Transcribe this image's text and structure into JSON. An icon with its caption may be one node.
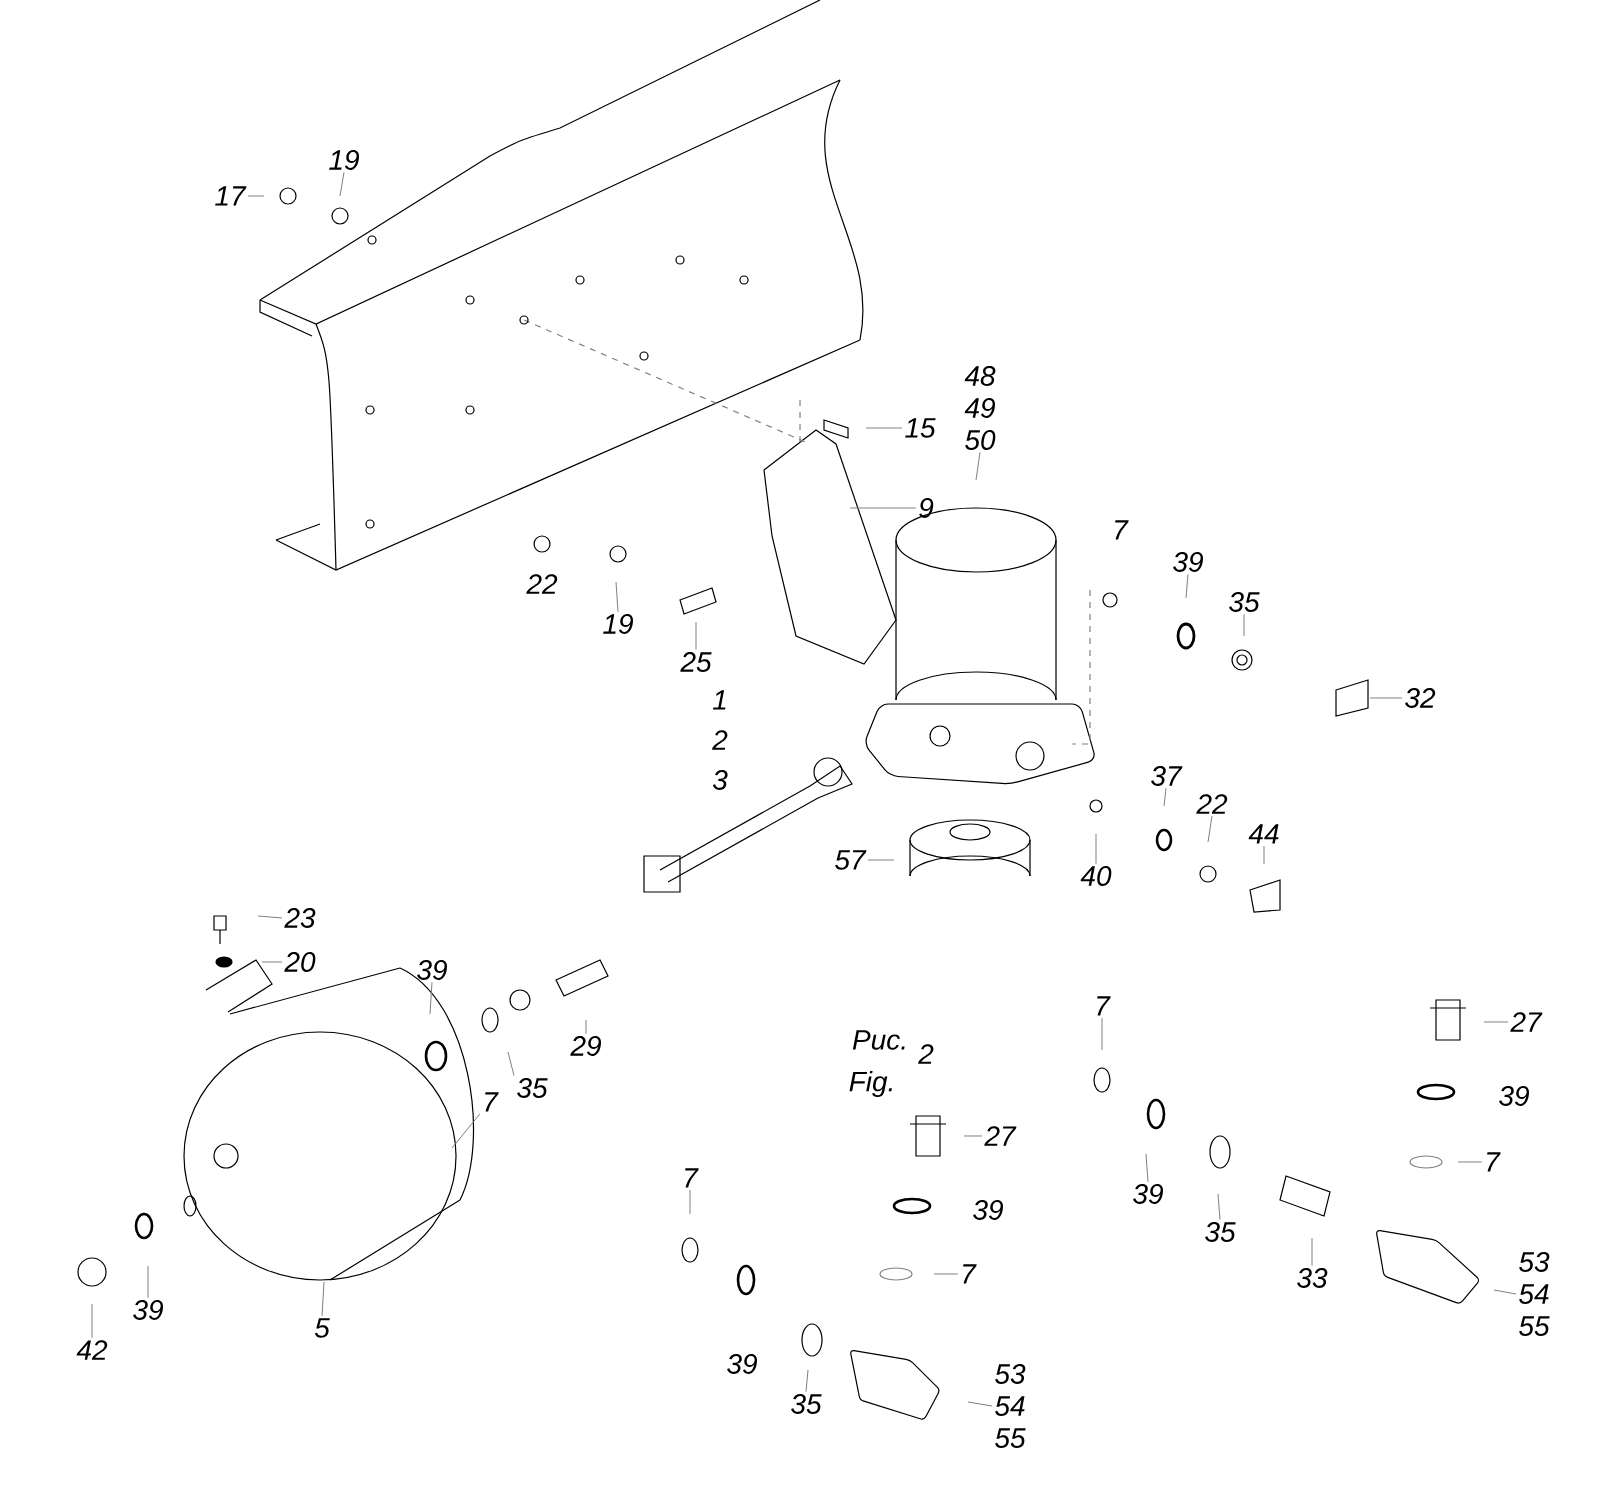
{
  "diagram": {
    "nodes": [
      {
        "text": [
          "17"
        ]
      },
      {
        "text": [
          "19"
        ]
      },
      {
        "text": [
          "15"
        ]
      },
      {
        "text": [
          "9"
        ]
      },
      {
        "text": [
          "48",
          "49",
          "50"
        ]
      },
      {
        "text": [
          "39"
        ]
      },
      {
        "text": [
          "35"
        ]
      },
      {
        "text": [
          "32"
        ]
      },
      {
        "text": [
          "57"
        ]
      },
      {
        "text": [
          "40"
        ]
      },
      {
        "text": [
          "37"
        ]
      },
      {
        "text": [
          "22"
        ]
      },
      {
        "text": [
          "44"
        ]
      },
      {
        "text": [
          "23"
        ]
      },
      {
        "text": [
          "20"
        ]
      },
      {
        "text": [
          "39"
        ]
      },
      {
        "text": [
          "29"
        ]
      },
      {
        "text": [
          "35"
        ]
      },
      {
        "text": [
          "5"
        ]
      },
      {
        "text": [
          "42"
        ]
      },
      {
        "text": [
          "39"
        ]
      },
      {
        "text": [
          "7"
        ]
      },
      {
        "text": [
          "19"
        ]
      },
      {
        "text": [
          "25"
        ]
      },
      {
        "text": [
          "7"
        ]
      },
      {
        "text": [
          "27"
        ]
      },
      {
        "text": [
          "7"
        ]
      },
      {
        "text": [
          "7"
        ]
      },
      {
        "text": [
          "39"
        ]
      },
      {
        "text": [
          "35"
        ]
      },
      {
        "text": [
          "33"
        ]
      },
      {
        "text": [
          "27"
        ]
      },
      {
        "text": [
          "7"
        ]
      },
      {
        "text": [
          "53",
          "54",
          "55"
        ]
      },
      {
        "text": [
          "53",
          "54",
          "55"
        ]
      },
      {
        "text": [
          "35"
        ]
      }
    ],
    "edges": [
      {
        "from": 0,
        "to": null,
        "arrow": "none"
      },
      {
        "from": 1,
        "to": null,
        "arrow": "none"
      },
      {
        "from": 2,
        "to": null,
        "arrow": "none"
      },
      {
        "from": 3,
        "to": null,
        "arrow": "none"
      },
      {
        "from": 4,
        "to": null,
        "arrow": "none"
      },
      {
        "from": 5,
        "to": null,
        "arrow": "none"
      },
      {
        "from": 6,
        "to": null,
        "arrow": "none"
      },
      {
        "from": 7,
        "to": null,
        "arrow": "none"
      },
      {
        "from": 8,
        "to": null,
        "arrow": "none"
      },
      {
        "from": 9,
        "to": null,
        "arrow": "none"
      },
      {
        "from": 10,
        "to": null,
        "arrow": "none"
      },
      {
        "from": 11,
        "to": null,
        "arrow": "none"
      },
      {
        "from": 12,
        "to": null,
        "arrow": "none"
      },
      {
        "from": 13,
        "to": null,
        "arrow": "none"
      },
      {
        "from": 14,
        "to": null,
        "arrow": "none"
      },
      {
        "from": 15,
        "to": null,
        "arrow": "none"
      },
      {
        "from": 16,
        "to": null,
        "arrow": "none"
      },
      {
        "from": 17,
        "to": null,
        "arrow": "none"
      },
      {
        "from": 18,
        "to": null,
        "arrow": "none"
      },
      {
        "from": 19,
        "to": null,
        "arrow": "none"
      },
      {
        "from": 20,
        "to": null,
        "arrow": "none"
      },
      {
        "from": 21,
        "to": null,
        "arrow": "none"
      },
      {
        "from": 22,
        "to": null,
        "arrow": "none"
      },
      {
        "from": 23,
        "to": null,
        "arrow": "none"
      },
      {
        "from": 24,
        "to": null,
        "arrow": "none"
      },
      {
        "from": 25,
        "to": null,
        "arrow": "none"
      },
      {
        "from": 26,
        "to": null,
        "arrow": "none"
      },
      {
        "from": 27,
        "to": null,
        "arrow": "none"
      },
      {
        "from": 28,
        "to": null,
        "arrow": "none"
      },
      {
        "from": 29,
        "to": null,
        "arrow": "none"
      },
      {
        "from": 30,
        "to": null,
        "arrow": "none"
      },
      {
        "from": 31,
        "to": null,
        "arrow": "none"
      },
      {
        "from": 32,
        "to": null,
        "arrow": "none"
      },
      {
        "from": 33,
        "to": null,
        "arrow": "none"
      },
      {
        "from": 34,
        "to": null,
        "arrow": "none"
      },
      {
        "from": 35,
        "to": null,
        "arrow": "none"
      }
    ],
    "labels": [
      "7",
      "22",
      "1",
      "2",
      "3",
      "Рис.",
      "Fig.",
      "2",
      "39",
      "39",
      "39"
    ]
  }
}
